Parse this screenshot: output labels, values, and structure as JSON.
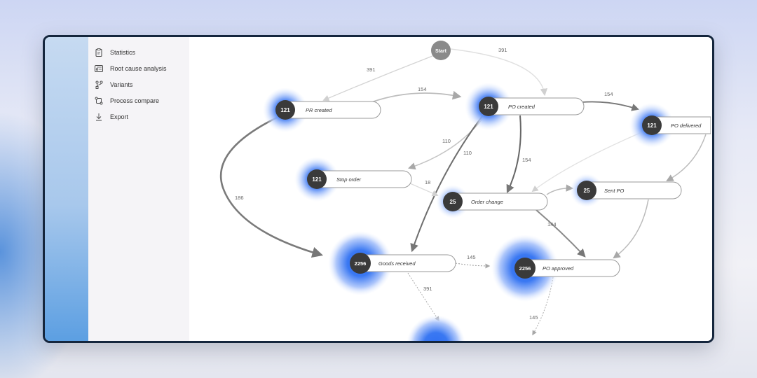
{
  "sidebar": {
    "items": [
      {
        "label": "Statistics",
        "icon": "clipboard-icon"
      },
      {
        "label": "Root cause analysis",
        "icon": "card-icon"
      },
      {
        "label": "Variants",
        "icon": "branch-icon"
      },
      {
        "label": "Process compare",
        "icon": "compare-icon"
      },
      {
        "label": "Export",
        "icon": "download-icon"
      }
    ]
  },
  "graph": {
    "start": {
      "label": "Start"
    },
    "nodes": {
      "pr_created": {
        "count": "121",
        "label": "PR created"
      },
      "po_created": {
        "count": "121",
        "label": "PO created"
      },
      "po_delivered": {
        "count": "121",
        "label": "PO delivered"
      },
      "stop_order": {
        "count": "121",
        "label": "Stop order"
      },
      "order_change": {
        "count": "25",
        "label": "Order change"
      },
      "sent_po": {
        "count": "25",
        "label": "Sent PO"
      },
      "goods_received": {
        "count": "2256",
        "label": "Goods received"
      },
      "po_approved": {
        "count": "2256",
        "label": "PO approved"
      }
    },
    "edges": {
      "start_pr": "391",
      "start_po": "391",
      "pr_po": "154",
      "po_delivered": "154",
      "po_stop": "110",
      "po_goods": "110",
      "po_change": "154",
      "pr_goods": "186",
      "stop_change": "18",
      "change_approved": "144",
      "goods_approved": "145",
      "goods_next": "391",
      "approved_next": "145"
    },
    "colors": {
      "glow": "#3a78f2",
      "node": "#3a3a3a",
      "start": "#8a8a8a"
    }
  }
}
